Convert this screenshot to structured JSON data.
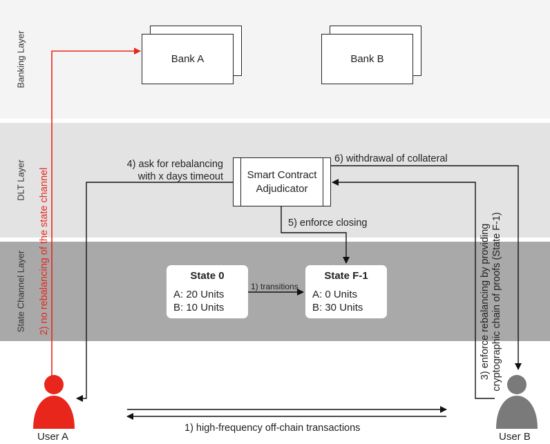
{
  "layers": {
    "banking": "Banking Layer",
    "dlt": "DLT Layer",
    "state_channel": "State Channel Layer"
  },
  "banks": {
    "a": "Bank A",
    "b": "Bank B"
  },
  "contract": {
    "line1": "Smart Contract",
    "line2": "Adjudicator"
  },
  "states": {
    "s0": {
      "title": "State 0",
      "a": "A: 20 Units",
      "b": "B: 10 Units"
    },
    "sf": {
      "title": "State F-1",
      "a": "A: 0 Units",
      "b": "B: 30 Units"
    }
  },
  "labels": {
    "no_rebalancing": "2) no rebalancing of the state channel",
    "ask_line1": "4) ask for rebalancing",
    "ask_line2": "with x days timeout",
    "withdrawal": "6) withdrawal of collateral",
    "enforce_closing": "5) enforce closing",
    "transitions": "1) transitions",
    "enforce_line1": "3) enforce rebalancing by providing",
    "enforce_line2": "cryptographic chain of proofs (State F-1)",
    "offchain": "1) high-frequency off-chain transactions"
  },
  "users": {
    "a": "User A",
    "b": "User B"
  },
  "colors": {
    "red": "#e8261c",
    "gray_user": "#7a7a7a",
    "line": "#111111"
  }
}
